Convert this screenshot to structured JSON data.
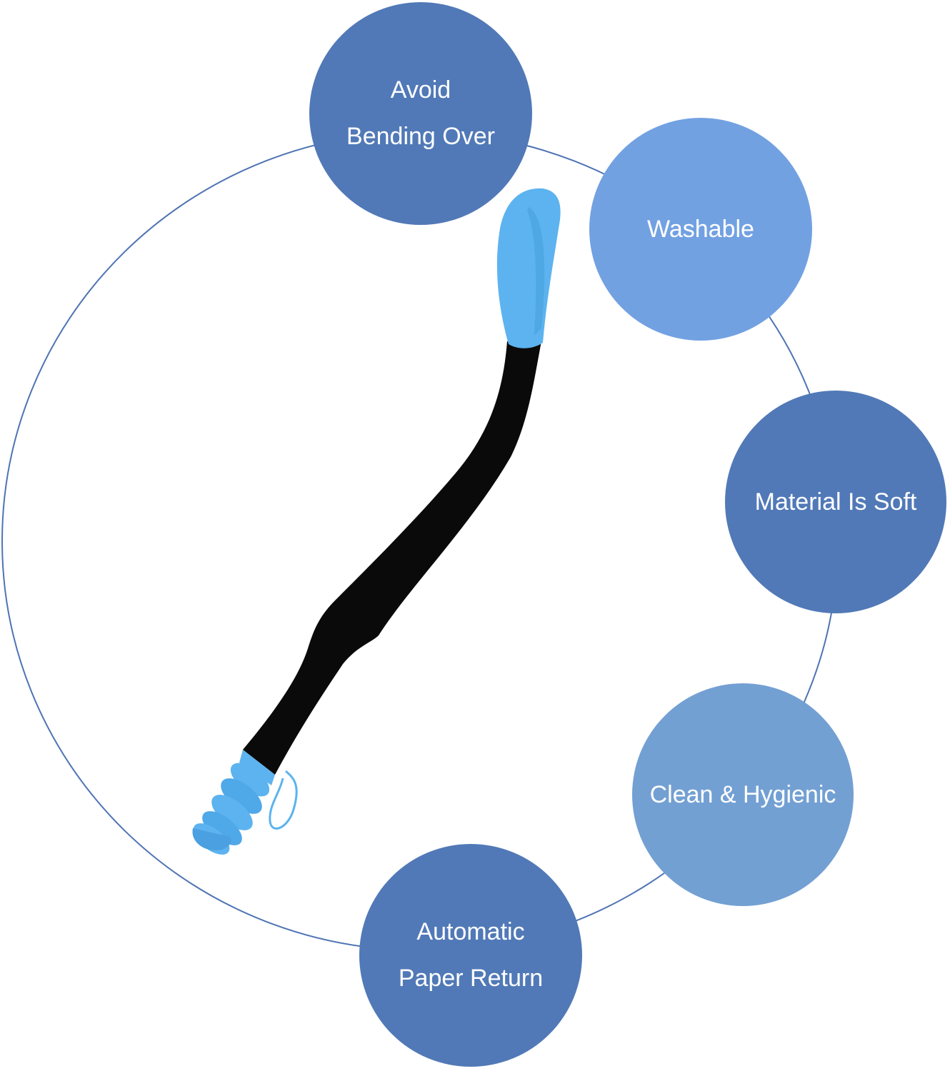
{
  "colors": {
    "ring": "#4f74b3",
    "bubble_dark": "#5179b7",
    "bubble_light": "#72a1e2",
    "bubble_mid": "#73a0d3",
    "tool_black": "#0a0a0a",
    "tool_blue": "#5cb3ef"
  },
  "features": [
    {
      "lines": [
        "Avoid",
        "Bending Over"
      ],
      "tone": "dark"
    },
    {
      "lines": [
        "Washable"
      ],
      "tone": "light"
    },
    {
      "lines": [
        "Material Is Soft"
      ],
      "tone": "dark"
    },
    {
      "lines": [
        "Clean & Hygienic"
      ],
      "tone": "mid"
    },
    {
      "lines": [
        "Automatic",
        "Paper Return"
      ],
      "tone": "dark"
    }
  ],
  "product": {
    "icon": "toilet-aid-wand-icon"
  }
}
